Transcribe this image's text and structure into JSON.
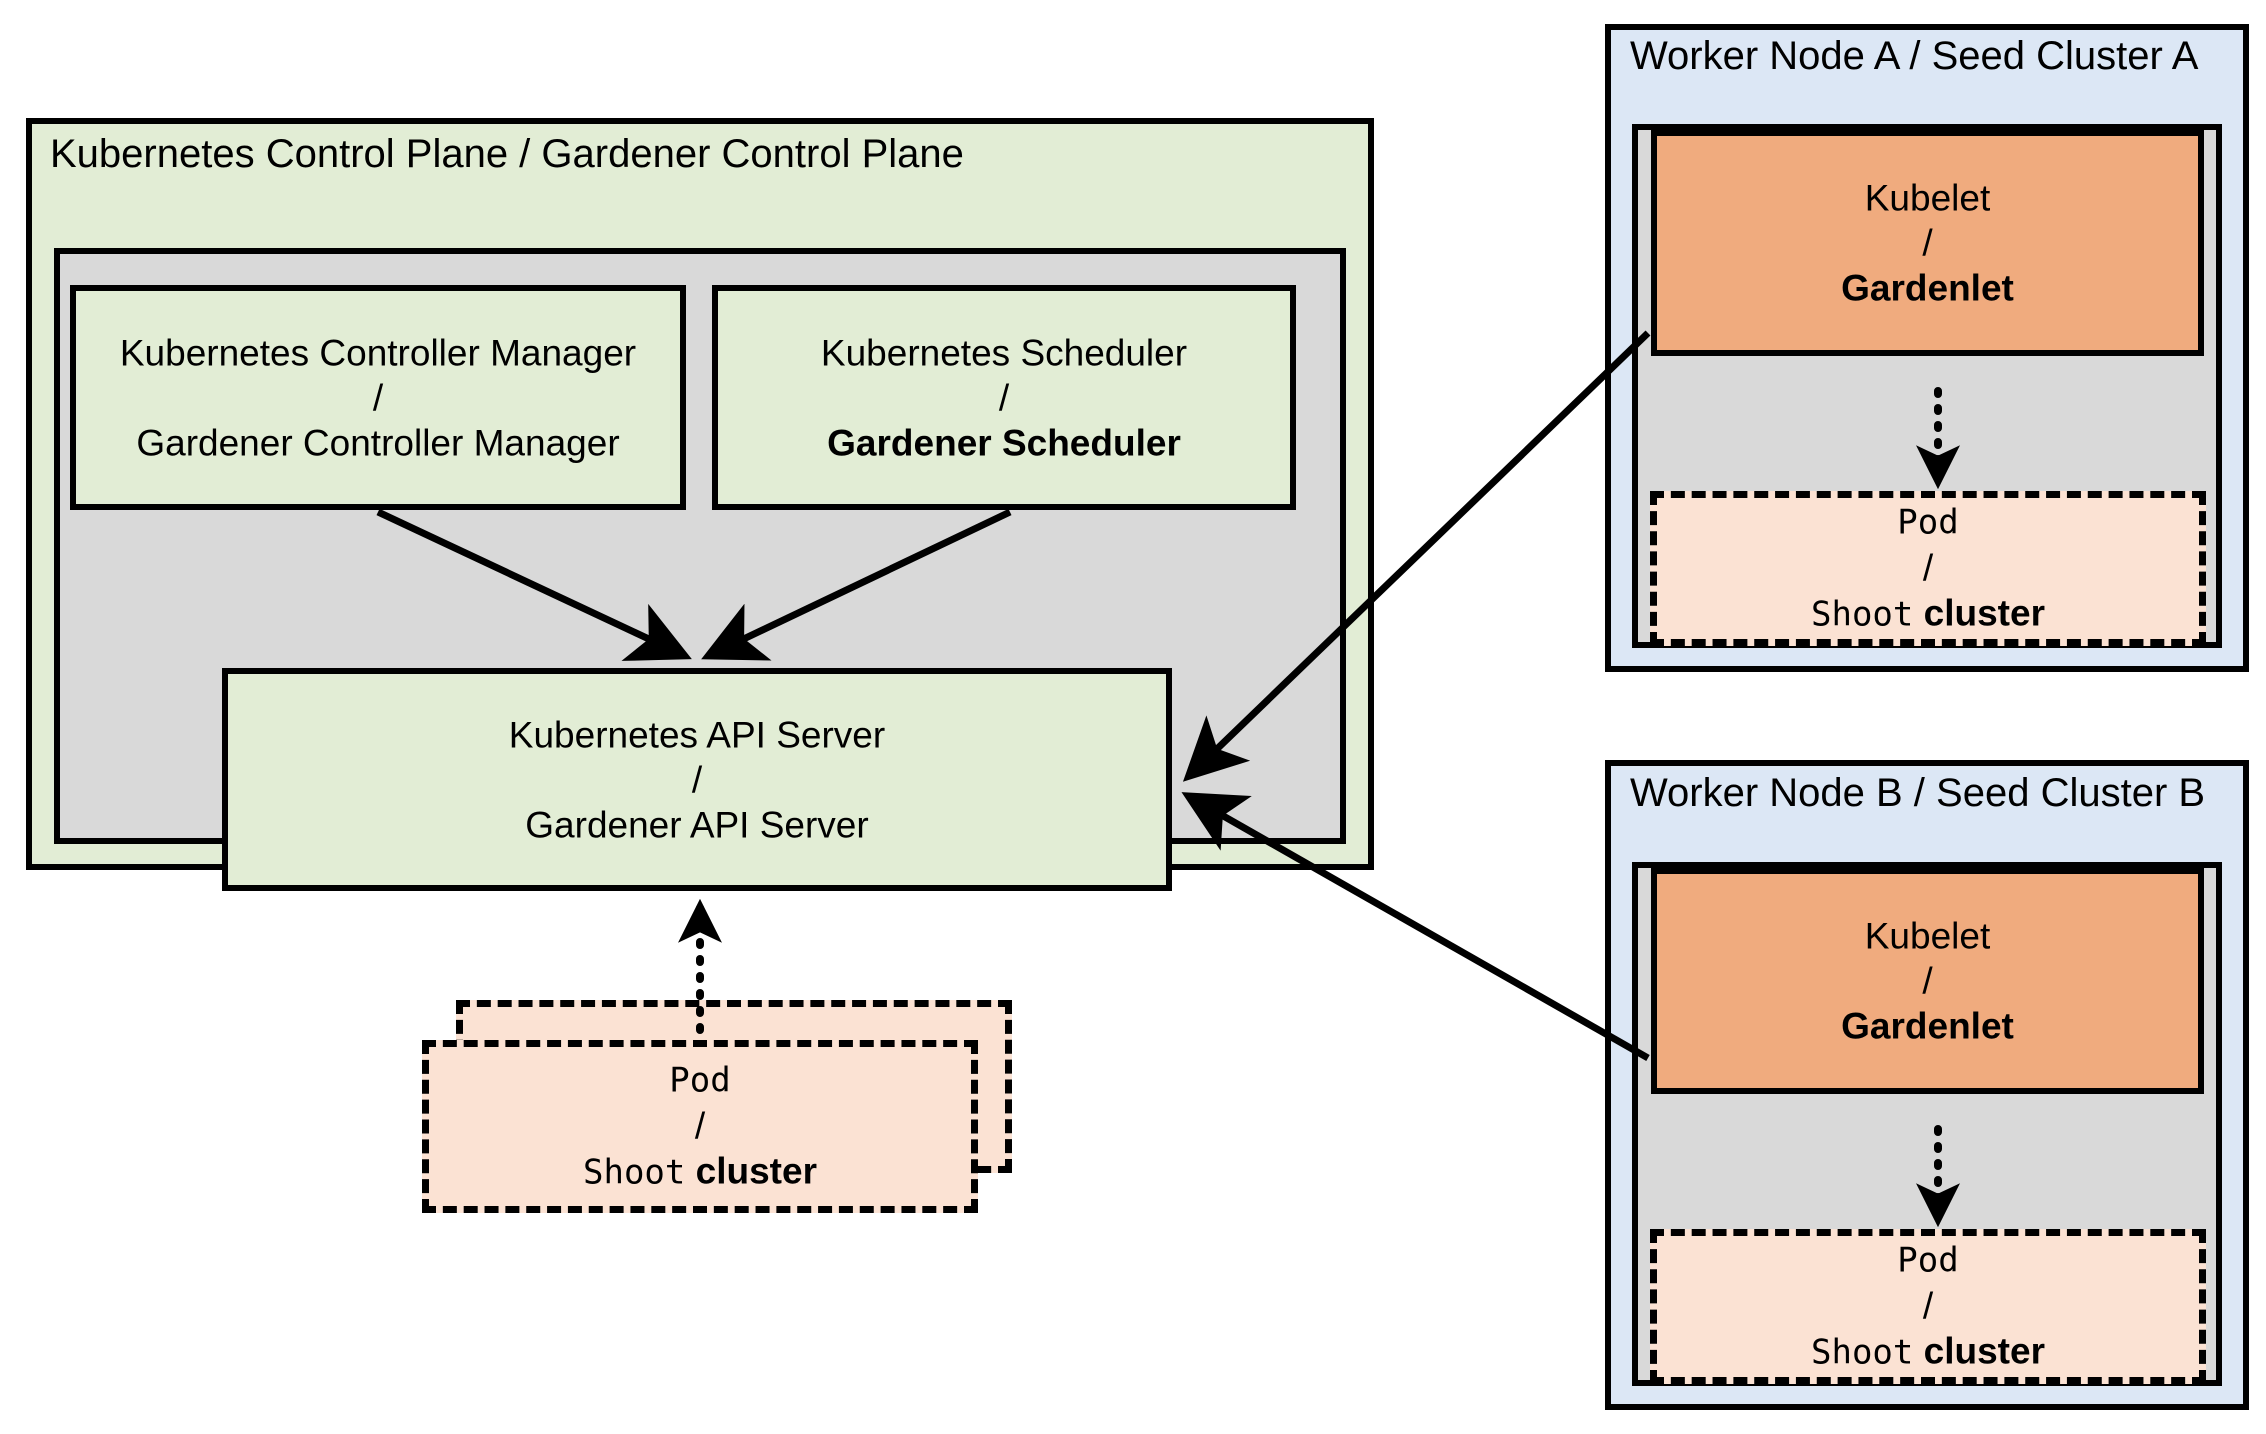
{
  "diagram": {
    "title_internal": "Gardener architecture: Kubernetes control plane and seed clusters",
    "colors": {
      "green_fill": "#e2edd5",
      "gray_fill": "#d9d9d9",
      "blue_fill": "#dce7f5",
      "orange_fill": "#f0ab7e",
      "peach_fill": "#fbe2d3",
      "stroke": "#000000"
    }
  },
  "control_plane": {
    "header": "Kubernetes Control Plane / Gardener Control Plane",
    "controller_manager": {
      "line1": "Kubernetes Controller Manager",
      "separator": "/",
      "line2": "Gardener Controller Manager"
    },
    "scheduler": {
      "line1": "Kubernetes Scheduler",
      "separator": "/",
      "line2": "Gardener Scheduler"
    },
    "api_server": {
      "line1": "Kubernetes API Server",
      "separator": "/",
      "line2": "Gardener API Server"
    },
    "pod": {
      "line1": "Pod",
      "separator": "/",
      "line2_mono": "Shoot",
      "line2_bold": "cluster"
    }
  },
  "seed_a": {
    "header": "Worker Node A / Seed Cluster A",
    "kubelet": {
      "line1": "Kubelet",
      "separator": "/",
      "line2": "Gardenlet"
    },
    "pod": {
      "line1": "Pod",
      "separator": "/",
      "line2_mono": "Shoot",
      "line2_bold": "cluster"
    }
  },
  "seed_b": {
    "header": "Worker Node B / Seed Cluster B",
    "kubelet": {
      "line1": "Kubelet",
      "separator": "/",
      "line2": "Gardenlet"
    },
    "pod": {
      "line1": "Pod",
      "separator": "/",
      "line2_mono": "Shoot",
      "line2_bold": "cluster"
    }
  },
  "connections": [
    {
      "from": "controller-manager",
      "to": "api-server",
      "style": "solid-arrow"
    },
    {
      "from": "scheduler",
      "to": "api-server",
      "style": "solid-arrow"
    },
    {
      "from": "control-plane-pod",
      "to": "api-server",
      "style": "dotted-arrow"
    },
    {
      "from": "seed-a-gardenlet",
      "to": "api-server",
      "style": "solid-arrow"
    },
    {
      "from": "seed-b-gardenlet",
      "to": "api-server",
      "style": "solid-arrow"
    },
    {
      "from": "seed-a-gardenlet",
      "to": "seed-a-pod",
      "style": "dotted-arrow"
    },
    {
      "from": "seed-b-gardenlet",
      "to": "seed-b-pod",
      "style": "dotted-arrow"
    }
  ]
}
